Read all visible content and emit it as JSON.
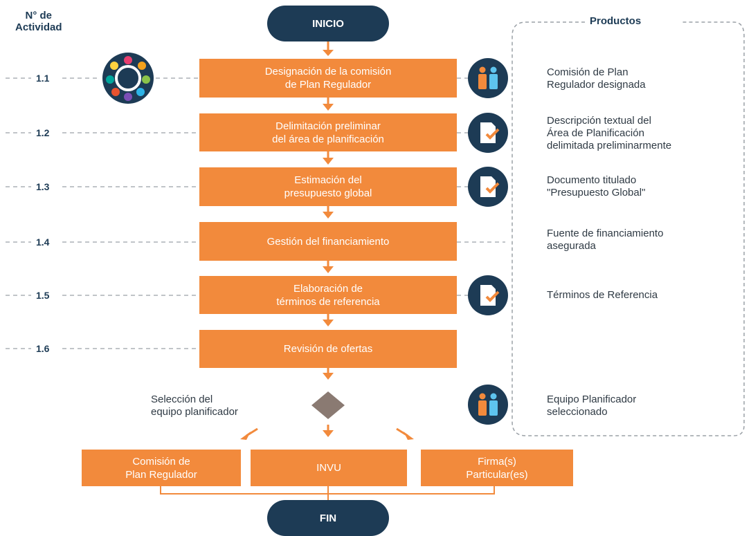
{
  "header": {
    "activity_col": "N° de\nActividad",
    "products_col": "Productos"
  },
  "flow": {
    "start": "INICIO",
    "end": "FIN",
    "steps": [
      {
        "num": "1.1",
        "label": "Designación de la comisión\nde Plan Regulador"
      },
      {
        "num": "1.2",
        "label": "Delimitación preliminar\ndel área de planificación"
      },
      {
        "num": "1.3",
        "label": "Estimación del\npresupuesto global"
      },
      {
        "num": "1.4",
        "label": "Gestión del financiamiento"
      },
      {
        "num": "1.5",
        "label": "Elaboración de\ntérminos de referencia"
      },
      {
        "num": "1.6",
        "label": "Revisión de ofertas"
      }
    ],
    "decision_label": "Selección del\nequipo planificador",
    "options": [
      "Comisión de\nPlan Regulador",
      "INVU",
      "Firma(s)\nParticular(es)"
    ]
  },
  "products": [
    {
      "text": "Comisión de Plan\nRegulador designada",
      "icon": "people-icon"
    },
    {
      "text": "Descripción textual del\nÁrea de Planificación\ndelimitada preliminarmente",
      "icon": "document-check-icon"
    },
    {
      "text": "Documento titulado\n\"Presupuesto Global\"",
      "icon": "document-check-icon"
    },
    {
      "text": "Fuente de financiamiento\nasegurada",
      "icon": ""
    },
    {
      "text": "Términos de Referencia",
      "icon": "document-check-icon"
    },
    {
      "text": "Equipo Planificador\nseleccionado",
      "icon": "people-icon"
    }
  ],
  "colors": {
    "orange": "#f28a3c",
    "navy": "#1d3b55",
    "diamond": "#8a7a72",
    "dash": "#9aa0a6"
  }
}
